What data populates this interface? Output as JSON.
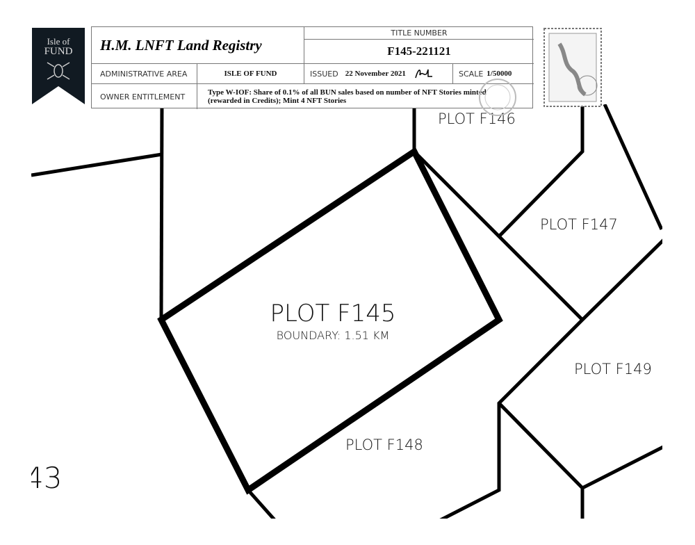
{
  "logo": {
    "line1": "Isle of",
    "line2": "FUND"
  },
  "header": {
    "title": "H.M. LNFT Land Registry",
    "title_number_label": "TITLE NUMBER",
    "title_number": "F145-221121",
    "admin_area_label": "ADMINISTRATIVE AREA",
    "admin_area": "ISLE OF FUND",
    "issued_label": "ISSUED",
    "issued_date": "22 November 2021",
    "scale_label": "SCALE",
    "scale": "1/50000",
    "owner_label": "OWNER ENTITLEMENT",
    "owner_line1": "Type W-IOF: Share of 0.1% of all BUN sales based on number of NFT Stories minted",
    "owner_line2": "(rewarded in Credits); Mint 4 NFT Stories"
  },
  "map": {
    "main_plot": "PLOT F145",
    "boundary": "BOUNDARY: 1.51 KM",
    "plots": [
      "PLOT F146",
      "PLOT F147",
      "PLOT F148",
      "PLOT F149"
    ],
    "partial_label": "43"
  }
}
